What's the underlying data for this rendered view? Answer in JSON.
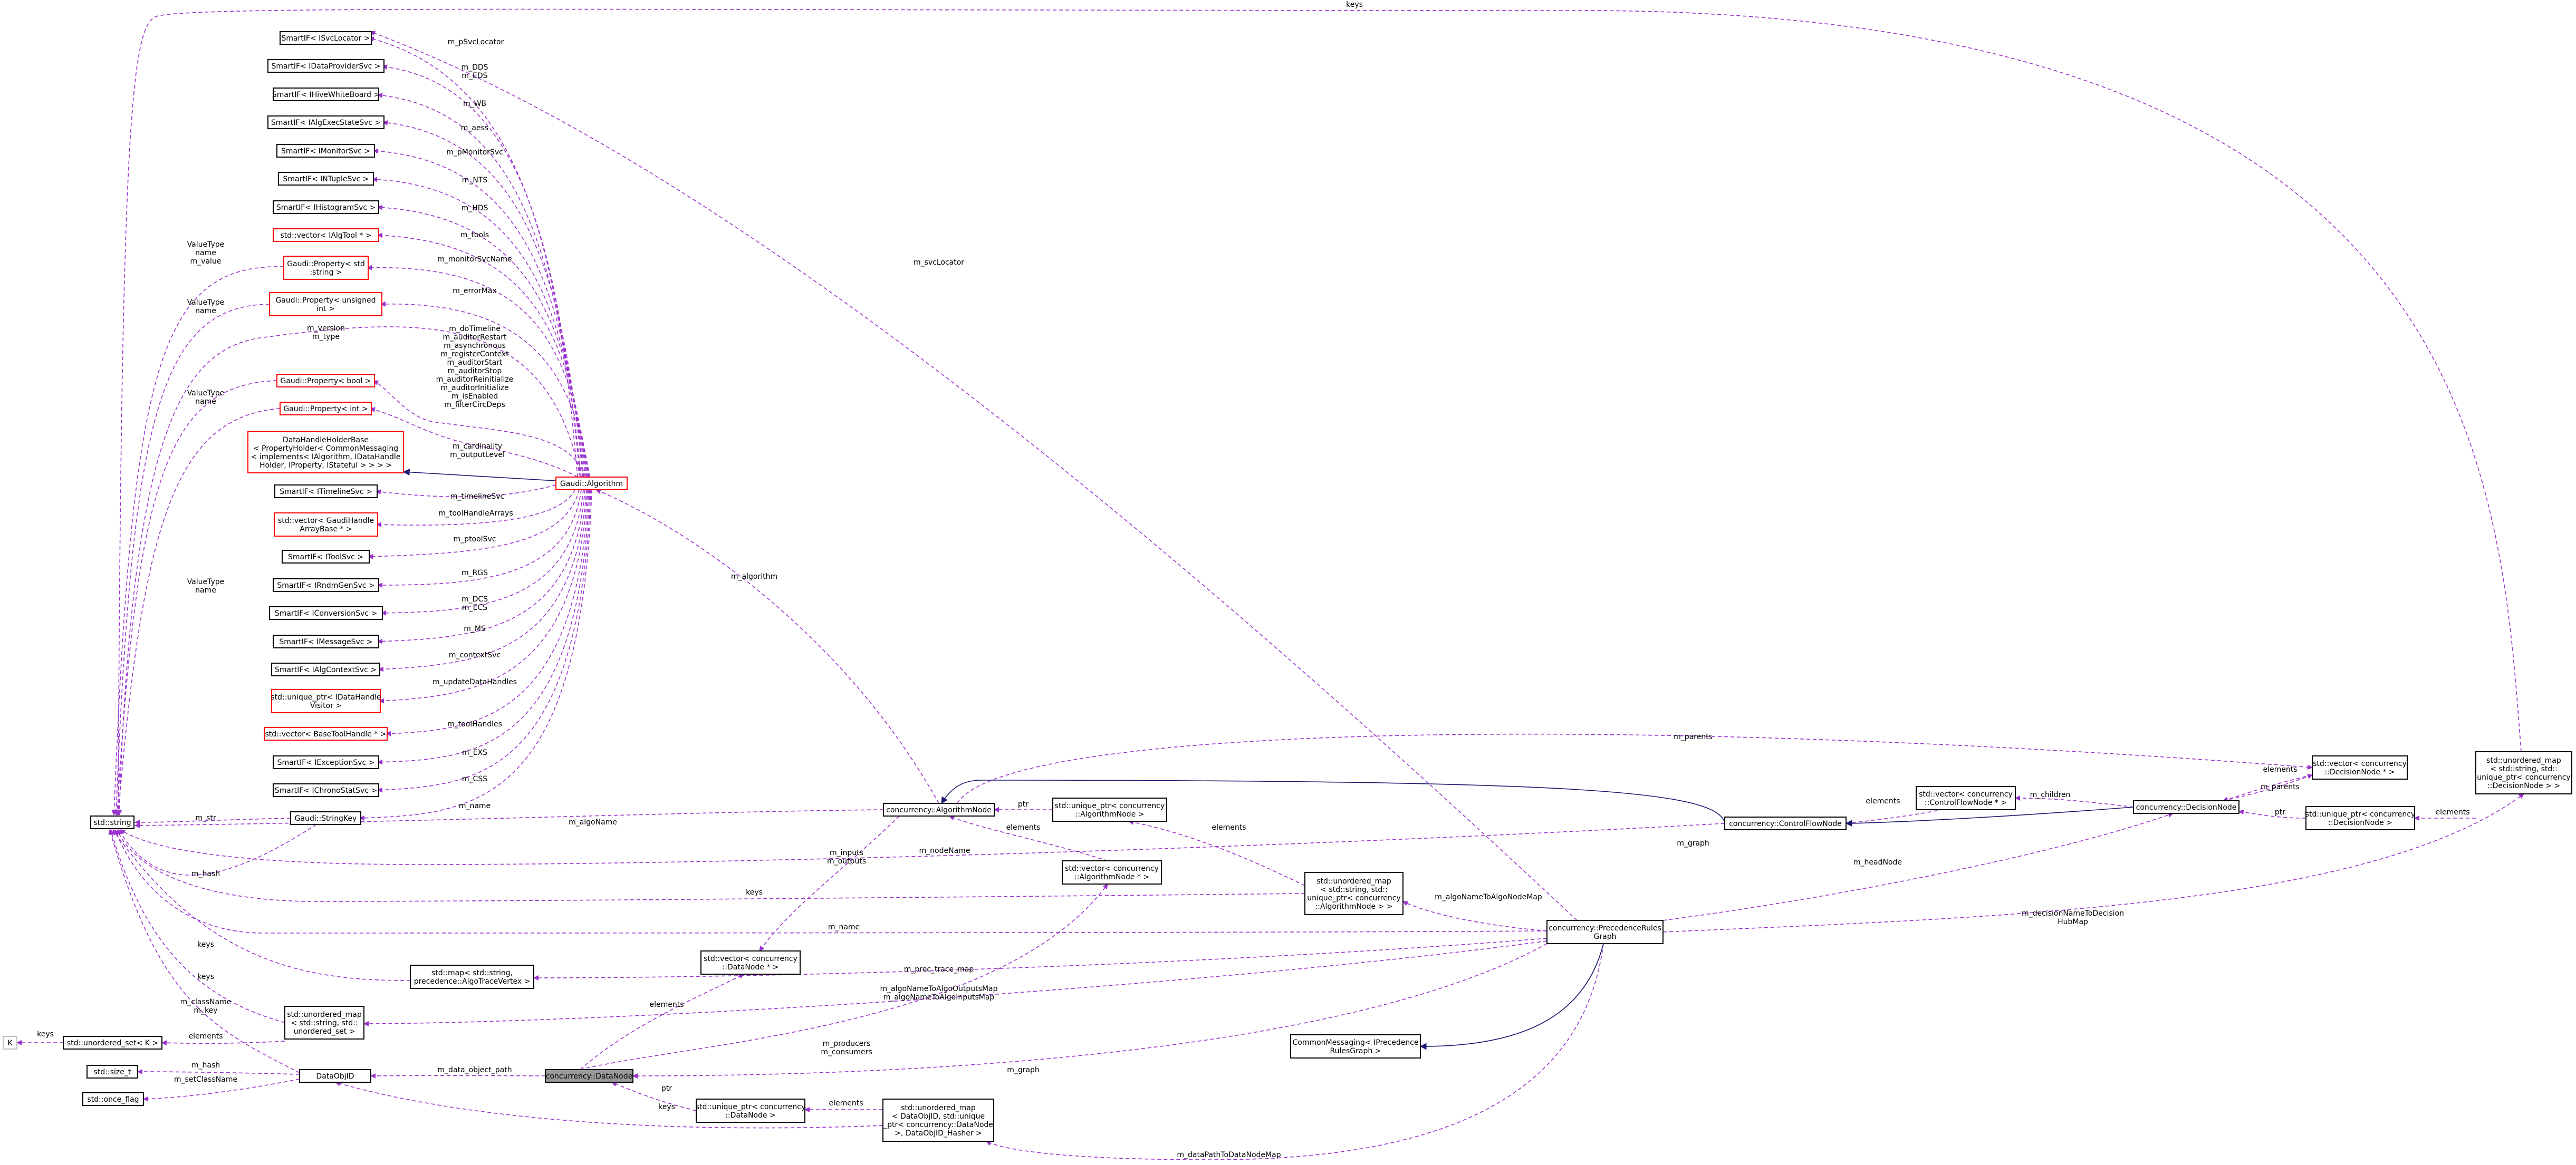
{
  "nodes": [
    {
      "id": "svclocator",
      "lines": [
        "SmartIF< ISvcLocator >"
      ]
    },
    {
      "id": "dataprovider",
      "lines": [
        "SmartIF< IDataProviderSvc >"
      ]
    },
    {
      "id": "hivewb",
      "lines": [
        "SmartIF< IHiveWhiteBoard >"
      ]
    },
    {
      "id": "algexec",
      "lines": [
        "SmartIF< IAlgExecStateSvc >"
      ]
    },
    {
      "id": "monitor",
      "lines": [
        "SmartIF< IMonitorSvc >"
      ]
    },
    {
      "id": "ntuple",
      "lines": [
        "SmartIF< INTupleSvc >"
      ]
    },
    {
      "id": "histo",
      "lines": [
        "SmartIF< IHistogramSvc >"
      ]
    },
    {
      "id": "algtool",
      "lines": [
        "std::vector< IAlgTool * >"
      ]
    },
    {
      "id": "propstr",
      "lines": [
        "Gaudi::Property< std",
        ":string >"
      ]
    },
    {
      "id": "propuint",
      "lines": [
        "Gaudi::Property< unsigned",
        "int >"
      ]
    },
    {
      "id": "propbool",
      "lines": [
        "Gaudi::Property< bool >"
      ]
    },
    {
      "id": "propint",
      "lines": [
        "Gaudi::Property< int >"
      ]
    },
    {
      "id": "dhholder",
      "lines": [
        "DataHandleHolderBase",
        "< PropertyHolder< CommonMessaging",
        "< implements< IAlgorithm, IDataHandle",
        "Holder, IProperty, IStateful > > > >"
      ]
    },
    {
      "id": "timeline",
      "lines": [
        "SmartIF< ITimelineSvc >"
      ]
    },
    {
      "id": "gaudihandle",
      "lines": [
        "std::vector< GaudiHandle",
        "ArrayBase * >"
      ]
    },
    {
      "id": "toolsvc",
      "lines": [
        "SmartIF< IToolSvc >"
      ]
    },
    {
      "id": "rndm",
      "lines": [
        "SmartIF< IRndmGenSvc >"
      ]
    },
    {
      "id": "conversion",
      "lines": [
        "SmartIF< IConversionSvc >"
      ]
    },
    {
      "id": "message",
      "lines": [
        "SmartIF< IMessageSvc >"
      ]
    },
    {
      "id": "algcontext",
      "lines": [
        "SmartIF< IAlgContextSvc >"
      ]
    },
    {
      "id": "uniquevisitor",
      "lines": [
        "std::unique_ptr< IDataHandle",
        "Visitor >"
      ]
    },
    {
      "id": "basetool",
      "lines": [
        "std::vector< BaseToolHandle * >"
      ]
    },
    {
      "id": "exception",
      "lines": [
        "SmartIF< IExceptionSvc >"
      ]
    },
    {
      "id": "chrono",
      "lines": [
        "SmartIF< IChronoStatSvc >"
      ]
    },
    {
      "id": "stringkey",
      "lines": [
        "Gaudi::StringKey"
      ]
    },
    {
      "id": "stdstring",
      "lines": [
        "std::string"
      ]
    },
    {
      "id": "K",
      "lines": [
        "K"
      ]
    },
    {
      "id": "unorderedsetK",
      "lines": [
        "std::unordered_set< K >"
      ]
    },
    {
      "id": "sizet",
      "lines": [
        "std::size_t"
      ]
    },
    {
      "id": "onceflag",
      "lines": [
        "std::once_flag"
      ]
    },
    {
      "id": "dataobjid",
      "lines": [
        "DataObjID"
      ]
    },
    {
      "id": "umapstrset",
      "lines": [
        "std::unordered_map",
        "< std::string, std::",
        "unordered_set >"
      ]
    },
    {
      "id": "mapvertex",
      "lines": [
        "std::map< std::string,",
        "precedence::AlgoTraceVertex >"
      ]
    },
    {
      "id": "algorithm",
      "lines": [
        "Gaudi::Algorithm"
      ]
    },
    {
      "id": "algnode",
      "lines": [
        "concurrency::AlgorithmNode"
      ]
    },
    {
      "id": "uniquealgnode",
      "lines": [
        "std::unique_ptr< concurrency",
        "::AlgorithmNode >"
      ]
    },
    {
      "id": "vecalgnode",
      "lines": [
        "std::vector< concurrency",
        "::AlgorithmNode * >"
      ]
    },
    {
      "id": "vecdatanode",
      "lines": [
        "std::vector< concurrency",
        "::DataNode * >"
      ]
    },
    {
      "id": "datanode",
      "lines": [
        "concurrency::DataNode"
      ]
    },
    {
      "id": "uniquedatanode",
      "lines": [
        "std::unique_ptr< concurrency",
        "::DataNode >"
      ]
    },
    {
      "id": "umapdataobj",
      "lines": [
        "std::unordered_map",
        "< DataObjID, std::unique",
        "_ptr< concurrency::DataNode",
        ">, DataObjID_Hasher >"
      ]
    },
    {
      "id": "umapalgnode",
      "lines": [
        "std::unordered_map",
        "< std::string, std::",
        "unique_ptr< concurrency",
        "::AlgorithmNode > >"
      ]
    },
    {
      "id": "cfnode",
      "lines": [
        "concurrency::ControlFlowNode"
      ]
    },
    {
      "id": "veccfnode",
      "lines": [
        "std::vector< concurrency",
        "::ControlFlowNode * >"
      ]
    },
    {
      "id": "decnode",
      "lines": [
        "concurrency::DecisionNode"
      ]
    },
    {
      "id": "vecdecnode",
      "lines": [
        "std::vector< concurrency",
        "::DecisionNode * >"
      ]
    },
    {
      "id": "uniquedecnode",
      "lines": [
        "std::unique_ptr< concurrency",
        "::DecisionNode >"
      ]
    },
    {
      "id": "umapdecnode",
      "lines": [
        "std::unordered_map",
        "< std::string, std::",
        "unique_ptr< concurrency",
        "::DecisionNode > >"
      ]
    },
    {
      "id": "prg",
      "lines": [
        "concurrency::PrecedenceRules",
        "Graph"
      ]
    },
    {
      "id": "cmprg",
      "lines": [
        "CommonMessaging< IPrecedence",
        "RulesGraph >"
      ]
    }
  ],
  "edge_labels": [
    {
      "id": "l_svclocator",
      "lines": [
        "m_pSvcLocator"
      ]
    },
    {
      "id": "l_dds",
      "lines": [
        "m_DDS",
        "m_EDS"
      ]
    },
    {
      "id": "l_wb",
      "lines": [
        "m_WB"
      ]
    },
    {
      "id": "l_aess",
      "lines": [
        "m_aess"
      ]
    },
    {
      "id": "l_monitor",
      "lines": [
        "m_pMonitorSvc"
      ]
    },
    {
      "id": "l_nts",
      "lines": [
        "m_NTS"
      ]
    },
    {
      "id": "l_hds",
      "lines": [
        "m_HDS"
      ]
    },
    {
      "id": "l_tools",
      "lines": [
        "m_tools"
      ]
    },
    {
      "id": "l_monname",
      "lines": [
        "m_monitorSvcName"
      ]
    },
    {
      "id": "l_errormax",
      "lines": [
        "m_errorMax"
      ]
    },
    {
      "id": "l_boolprops",
      "lines": [
        "m_doTimeline",
        "m_auditorRestart",
        "m_asynchronous",
        "m_registerContext",
        "m_auditorStart",
        "m_auditorStop",
        "m_auditorReinitialize",
        "m_auditorInitialize",
        "m_isEnabled",
        "m_filterCircDeps"
      ]
    },
    {
      "id": "l_cardinality",
      "lines": [
        "m_cardinality",
        "m_outputLevel"
      ]
    },
    {
      "id": "l_timeline",
      "lines": [
        "m_timelineSvc"
      ]
    },
    {
      "id": "l_toolhandlearrays",
      "lines": [
        "m_toolHandleArrays"
      ]
    },
    {
      "id": "l_ptoolsvc",
      "lines": [
        "m_ptoolSvc"
      ]
    },
    {
      "id": "l_rgs",
      "lines": [
        "m_RGS"
      ]
    },
    {
      "id": "l_dcs",
      "lines": [
        "m_DCS",
        "m_ECS"
      ]
    },
    {
      "id": "l_ms",
      "lines": [
        "m_MS"
      ]
    },
    {
      "id": "l_contextsvc",
      "lines": [
        "m_contextSvc"
      ]
    },
    {
      "id": "l_updatehandles",
      "lines": [
        "m_updateDataHandles"
      ]
    },
    {
      "id": "l_toolhandles",
      "lines": [
        "m_toolHandles"
      ]
    },
    {
      "id": "l_exs",
      "lines": [
        "m_EXS"
      ]
    },
    {
      "id": "l_css",
      "lines": [
        "m_CSS"
      ]
    },
    {
      "id": "l_name",
      "lines": [
        "m_name"
      ]
    },
    {
      "id": "l_version",
      "lines": [
        "m_version",
        "m_type"
      ]
    },
    {
      "id": "l_vt1",
      "lines": [
        "ValueType",
        "name",
        "m_value"
      ]
    },
    {
      "id": "l_vt2",
      "lines": [
        "ValueType",
        "name"
      ]
    },
    {
      "id": "l_vt3",
      "lines": [
        "ValueType",
        "name"
      ]
    },
    {
      "id": "l_vt4",
      "lines": [
        "ValueType",
        "name"
      ]
    },
    {
      "id": "l_str",
      "lines": [
        "m_str"
      ]
    },
    {
      "id": "l_hash1",
      "lines": [
        "m_hash"
      ]
    },
    {
      "id": "l_keys1",
      "lines": [
        "keys"
      ]
    },
    {
      "id": "l_keys2",
      "lines": [
        "keys"
      ]
    },
    {
      "id": "l_classname",
      "lines": [
        "m_className",
        "m_key"
      ]
    },
    {
      "id": "l_elements1",
      "lines": [
        "elements"
      ]
    },
    {
      "id": "l_keysK",
      "lines": [
        "keys"
      ]
    },
    {
      "id": "l_hash2",
      "lines": [
        "m_hash"
      ]
    },
    {
      "id": "l_setclassname",
      "lines": [
        "m_setClassName"
      ]
    },
    {
      "id": "l_dataobjpath",
      "lines": [
        "m_data_object_path"
      ]
    },
    {
      "id": "l_ptr1",
      "lines": [
        "ptr"
      ]
    },
    {
      "id": "l_keys3",
      "lines": [
        "keys"
      ]
    },
    {
      "id": "l_elements2",
      "lines": [
        "elements"
      ]
    },
    {
      "id": "l_algoname",
      "lines": [
        "m_algoName"
      ]
    },
    {
      "id": "l_algorithm",
      "lines": [
        "m_algorithm"
      ]
    },
    {
      "id": "l_ptr2",
      "lines": [
        "ptr"
      ]
    },
    {
      "id": "l_elements3",
      "lines": [
        "elements"
      ]
    },
    {
      "id": "l_inputs",
      "lines": [
        "m_inputs",
        "m_outputs"
      ]
    },
    {
      "id": "l_elements4",
      "lines": [
        "elements"
      ]
    },
    {
      "id": "l_elements5",
      "lines": [
        "elements"
      ]
    },
    {
      "id": "l_producers",
      "lines": [
        "m_producers",
        "m_consumers"
      ]
    },
    {
      "id": "l_nodename",
      "lines": [
        "m_nodeName"
      ]
    },
    {
      "id": "l_keys4",
      "lines": [
        "keys"
      ]
    },
    {
      "id": "l_name2",
      "lines": [
        "m_name"
      ]
    },
    {
      "id": "l_prevtrace",
      "lines": [
        "m_prec_trace_map"
      ]
    },
    {
      "id": "l_algoinout",
      "lines": [
        "m_algoNameToAlgoOutputsMap",
        "m_algoNameToAlgoInputsMap"
      ]
    },
    {
      "id": "l_graph1",
      "lines": [
        "m_graph"
      ]
    },
    {
      "id": "l_graph2",
      "lines": [
        "m_graph"
      ]
    },
    {
      "id": "l_algnodemap",
      "lines": [
        "m_algoNameToAlgoNodeMap"
      ]
    },
    {
      "id": "l_datapath",
      "lines": [
        "m_dataPathToDataNodeMap"
      ]
    },
    {
      "id": "l_svclocator2",
      "lines": [
        "m_svcLocator"
      ]
    },
    {
      "id": "l_keystop",
      "lines": [
        "keys"
      ]
    },
    {
      "id": "l_parents1",
      "lines": [
        "m_parents"
      ]
    },
    {
      "id": "l_elements6",
      "lines": [
        "elements"
      ]
    },
    {
      "id": "l_children",
      "lines": [
        "m_children"
      ]
    },
    {
      "id": "l_elements7",
      "lines": [
        "elements"
      ]
    },
    {
      "id": "l_parents2",
      "lines": [
        "m_parents"
      ]
    },
    {
      "id": "l_ptr3",
      "lines": [
        "ptr"
      ]
    },
    {
      "id": "l_elements8",
      "lines": [
        "elements"
      ]
    },
    {
      "id": "l_headnode",
      "lines": [
        "m_headNode"
      ]
    },
    {
      "id": "l_decmap",
      "lines": [
        "m_decisionNameToDecision",
        "HubMap"
      ]
    }
  ],
  "colors": {
    "edge": "#9a32cd",
    "inherit": "#191970",
    "red_border": "#ff0000",
    "focus_fill": "#999999"
  }
}
